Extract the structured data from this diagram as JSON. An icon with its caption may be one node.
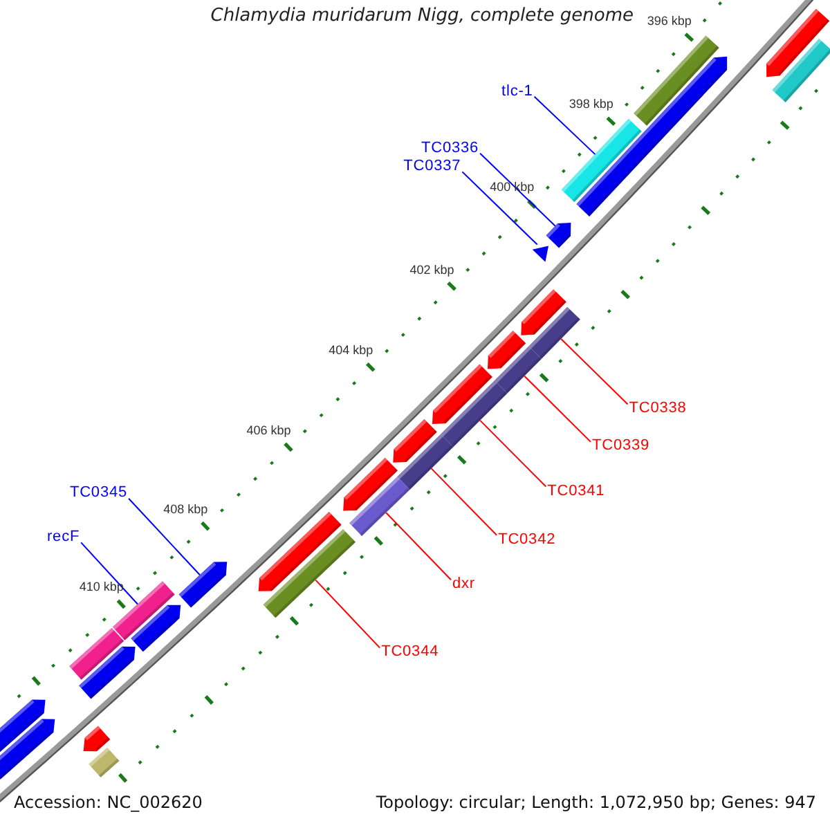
{
  "diagram": {
    "title": "Chlamydia muridarum Nigg, complete genome",
    "nodes": [
      {
        "text": [
          "tlc-1"
        ]
      },
      {
        "text": [
          "TC0336"
        ]
      },
      {
        "text": [
          "TC0337"
        ]
      },
      {
        "text": [
          "TC0338"
        ]
      },
      {
        "text": [
          "TC0339"
        ]
      },
      {
        "text": [
          "TC0341"
        ]
      },
      {
        "text": [
          "TC0342"
        ]
      },
      {
        "text": [
          "dxr"
        ]
      },
      {
        "text": [
          "TC0345"
        ]
      },
      {
        "text": [
          "recF"
        ]
      },
      {
        "text": [
          "TC0344"
        ]
      },
      {
        "text": [],
        "shape": "arrow"
      },
      {
        "text": [],
        "shape": "bar"
      },
      {
        "text": [],
        "shape": "bar"
      },
      {
        "text": [],
        "shape": "arrow"
      },
      {
        "text": [],
        "shape": "bar"
      },
      {
        "text": [],
        "shape": "arrow"
      },
      {
        "text": [],
        "shape": "triangle"
      },
      {
        "text": [],
        "shape": "arrow"
      },
      {
        "text": [],
        "shape": "bar"
      },
      {
        "text": [],
        "shape": "arrow"
      },
      {
        "text": [],
        "shape": "bar"
      },
      {
        "text": [],
        "shape": "arrow"
      },
      {
        "text": [],
        "shape": "bar"
      },
      {
        "text": [],
        "shape": "arrow"
      },
      {
        "text": [],
        "shape": "bar"
      },
      {
        "text": [],
        "shape": "arrow"
      },
      {
        "text": [],
        "shape": "bar"
      },
      {
        "text": [],
        "shape": "arrow"
      },
      {
        "text": [],
        "shape": "bar"
      },
      {
        "text": [],
        "shape": "arrow"
      },
      {
        "text": [],
        "shape": "bar"
      },
      {
        "text": [],
        "shape": "arrow"
      },
      {
        "text": [],
        "shape": "bar"
      },
      {
        "text": [],
        "shape": "arrow"
      },
      {
        "text": [],
        "shape": "arrow"
      },
      {
        "text": [],
        "shape": "bar"
      },
      {
        "text": [],
        "shape": "arrow"
      },
      {
        "text": [],
        "shape": "arrow"
      }
    ],
    "edges": [
      {
        "from": 0,
        "to": 15,
        "arrow": "none",
        "color": "#0000ff"
      },
      {
        "from": 1,
        "to": 16,
        "arrow": "none",
        "color": "#0000ff"
      },
      {
        "from": 2,
        "to": 17,
        "arrow": "none",
        "color": "#0000ff"
      },
      {
        "from": 3,
        "to": 19,
        "arrow": "none"
      },
      {
        "from": 4,
        "to": 21,
        "arrow": "none"
      },
      {
        "from": 5,
        "to": 23,
        "arrow": "none"
      },
      {
        "from": 6,
        "to": 25,
        "arrow": "none"
      },
      {
        "from": 7,
        "to": 27,
        "arrow": "none"
      },
      {
        "from": 8,
        "to": 30,
        "arrow": "none",
        "color": "#0000ff"
      },
      {
        "from": 9,
        "to": 31,
        "arrow": "none",
        "color": "#0000ff"
      },
      {
        "from": 10,
        "to": 29,
        "arrow": "none"
      }
    ],
    "labels": [
      "396 kbp",
      "398 kbp",
      "400 kbp",
      "402 kbp",
      "404 kbp",
      "406 kbp",
      "408 kbp",
      "410 kbp",
      "Accession: NC_002620",
      "Topology: circular; Length: 1,072,950 bp; Genes: 947"
    ]
  }
}
